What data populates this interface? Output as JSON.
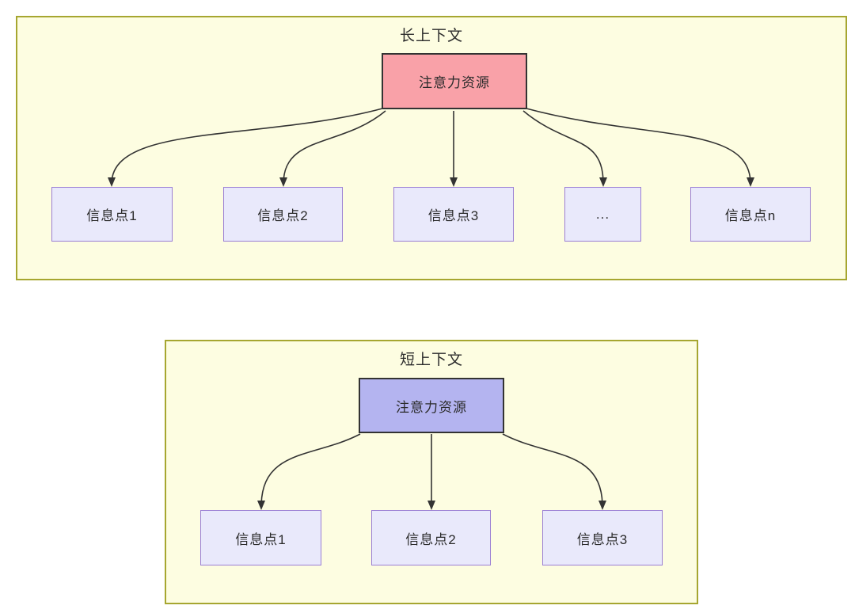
{
  "long_context": {
    "title": "长上下文",
    "source_label": "注意力资源",
    "targets": [
      "信息点1",
      "信息点2",
      "信息点3",
      "...",
      "信息点n"
    ]
  },
  "short_context": {
    "title": "短上下文",
    "source_label": "注意力资源",
    "targets": [
      "信息点1",
      "信息点2",
      "信息点3"
    ]
  },
  "colors": {
    "container_fill": "#fdfde1",
    "container_border": "#a6a630",
    "long_source_fill": "#f9a1a8",
    "short_source_fill": "#b4b4f0",
    "target_fill": "#e9e9fb",
    "target_border": "#9b7fd4",
    "arrow_line": "#333333",
    "text": "#2b2b2b"
  }
}
